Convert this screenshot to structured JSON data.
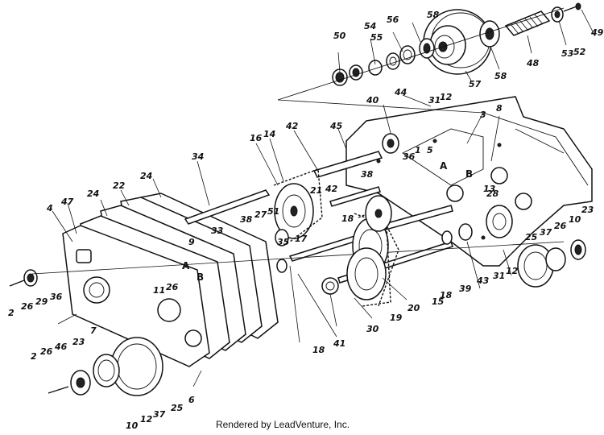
{
  "diagram": {
    "part_labels": [
      "49",
      "52",
      "53",
      "48",
      "58",
      "57",
      "58",
      "56",
      "54",
      "55",
      "50",
      "12",
      "31",
      "44",
      "40",
      "3",
      "8",
      "45",
      "42",
      "16",
      "14",
      "36",
      "1",
      "5",
      "A",
      "B",
      "34",
      "38",
      "21",
      "42",
      "38",
      "51",
      "22",
      "24",
      "24",
      "47",
      "4",
      "27",
      "33",
      "13",
      "28",
      "18",
      "35",
      "17",
      "9",
      "B",
      "A",
      "11",
      "26",
      "23",
      "10",
      "26",
      "37",
      "25",
      "43",
      "39",
      "31",
      "12",
      "2",
      "26",
      "29",
      "36",
      "18",
      "15",
      "7",
      "30",
      "19",
      "20",
      "41",
      "18",
      "2",
      "26",
      "46",
      "23",
      "25",
      "6",
      "12",
      "37",
      "10"
    ]
  },
  "footer": {
    "text": "Rendered by LeadVenture, Inc."
  }
}
